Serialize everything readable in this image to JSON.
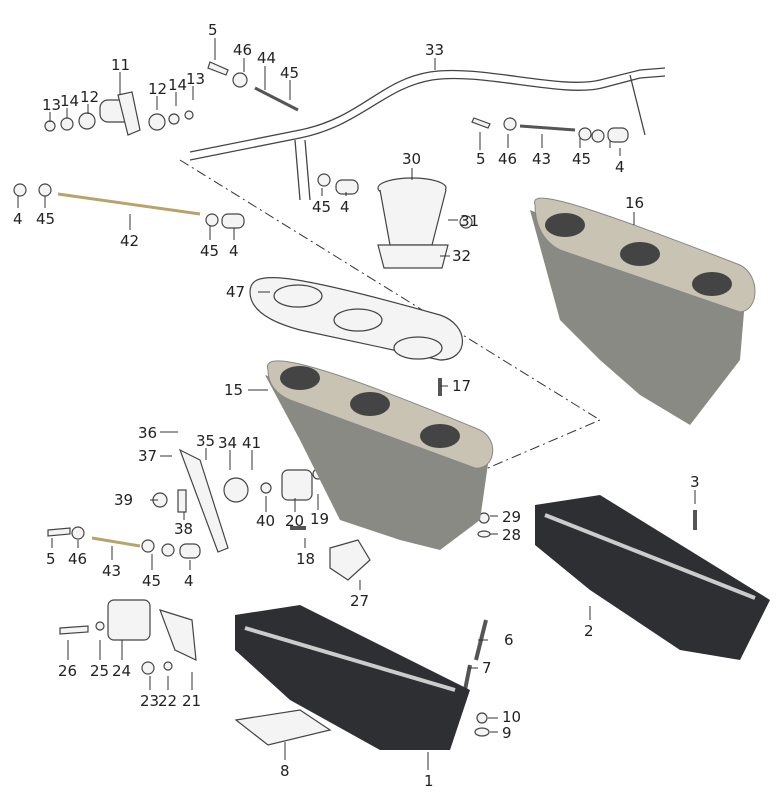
{
  "diagram": {
    "title": "Intake manifold and carburetor linkage exploded view",
    "colors": {
      "manifold": "#8a8a84",
      "flange": "#c9c3b3",
      "carb": "#2e2f33",
      "rod": "#b8a46a"
    },
    "labels": [
      "5",
      "46",
      "44",
      "45",
      "11",
      "12",
      "14",
      "13",
      "13",
      "14",
      "12",
      "33",
      "5",
      "46",
      "43",
      "45",
      "4",
      "4",
      "45",
      "42",
      "45",
      "4",
      "45",
      "4",
      "30",
      "31",
      "32",
      "16",
      "47",
      "15",
      "17",
      "36",
      "37",
      "35",
      "34",
      "41",
      "39",
      "38",
      "40",
      "20",
      "19",
      "5",
      "46",
      "43",
      "45",
      "4",
      "18",
      "29",
      "28",
      "3",
      "2",
      "27",
      "26",
      "25",
      "24",
      "23",
      "22",
      "21",
      "6",
      "7",
      "10",
      "9",
      "8",
      "1"
    ]
  }
}
